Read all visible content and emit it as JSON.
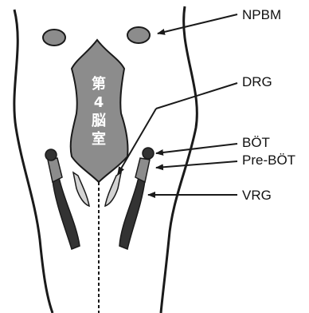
{
  "labels": {
    "npbm": "NPBM",
    "drg": "DRG",
    "bot": "BÖT",
    "pre_bot": "Pre-BÖT",
    "vrg": "VRG"
  },
  "ventricle": {
    "chars": [
      "第",
      "4",
      "脳",
      "室"
    ]
  },
  "colors": {
    "gray_fill": "#8c8c8c",
    "light_fill": "#d3d3d3",
    "dark_fill": "#333333",
    "stroke": "#1a1a1a"
  }
}
